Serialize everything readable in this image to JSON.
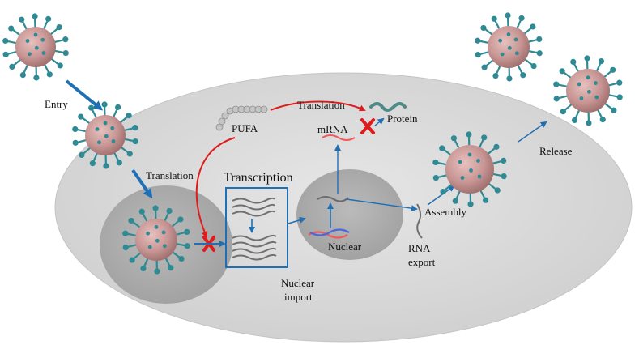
{
  "labels": {
    "entry": "Entry",
    "translation_left": "Translation",
    "transcription": "Transcription",
    "pufa": "PUFA",
    "translation_top": "Translation",
    "mrna": "mRNA",
    "protein": "Protein",
    "nuclear": "Nuclear",
    "nuclear_import_1": "Nuclear",
    "nuclear_import_2": "import",
    "rna_export_1": "RNA",
    "rna_export_2": "export",
    "assembly": "Assembly",
    "release": "Release"
  },
  "colors": {
    "cell": "#d6d6d6",
    "nucleus_left": "#a9a9a9",
    "nucleus_right": "#a6a6a6",
    "virus_body": "#c89694",
    "virus_spike": "#2f8a94",
    "arrow_blue": "#1f6fb5",
    "arrow_red": "#e01b1b",
    "inhibit_x": "#e01b1b",
    "transcription_box": "#1f6fb5",
    "mrna_red": "#ef5a5a",
    "mrna_blue": "#4a67e0",
    "protein": "#4e8a86",
    "pufa": "#bdbdbd"
  },
  "icons": [
    "virus-icon",
    "inhibition-x-icon",
    "pufa-chain-icon",
    "protein-icon",
    "mrna-icon"
  ]
}
